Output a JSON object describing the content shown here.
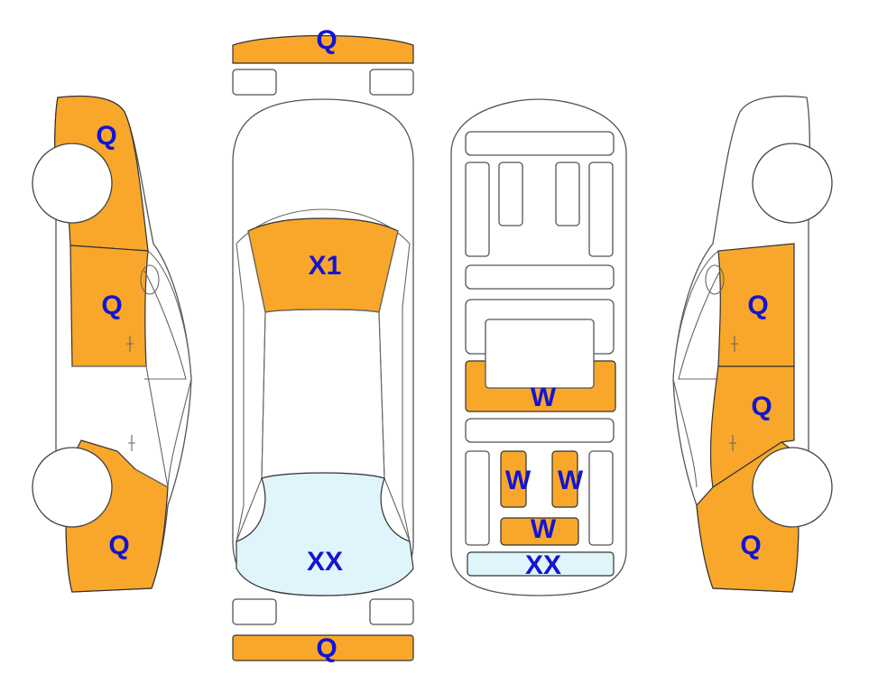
{
  "colors": {
    "damage_fill": "#f8a72b",
    "glass_fill": "#dff4fb",
    "label": "#1414d2",
    "outline": "#555555"
  },
  "legend_codes": [
    "Q",
    "X1",
    "XX",
    "W"
  ],
  "views": {
    "left_side": {
      "front_fender_label": "Q",
      "front_door_label": "Q",
      "rear_quarter_label": "Q"
    },
    "top": {
      "front_bumper_label": "Q",
      "windshield_label": "X1",
      "rear_glass_label": "XX",
      "rear_bumper_label": "Q"
    },
    "underbody": {
      "center_label": "W",
      "rear_left_label": "W",
      "rear_right_label": "W",
      "rear_cross_label": "W",
      "rear_lamp_label": "XX"
    },
    "right_side": {
      "front_door_label": "Q",
      "rear_door_label": "Q",
      "rear_quarter_label": "Q"
    }
  }
}
